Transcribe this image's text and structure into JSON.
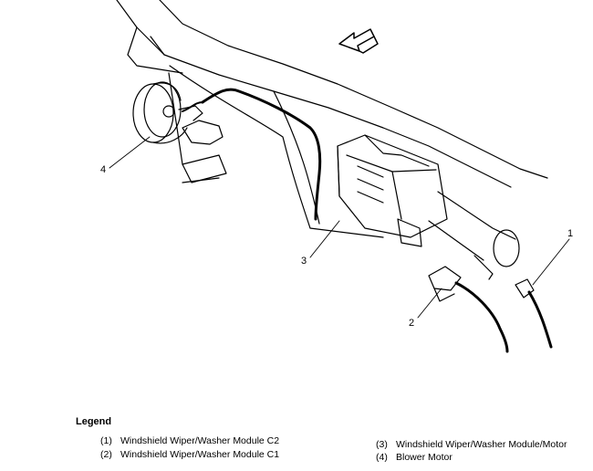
{
  "callouts": {
    "c1": "1",
    "c2": "2",
    "c3": "3",
    "c4": "4"
  },
  "legend": {
    "title": "Legend",
    "items": [
      {
        "num": "(1)",
        "text": "Windshield Wiper/Washer Module C2"
      },
      {
        "num": "(2)",
        "text": "Windshield Wiper/Washer Module C1"
      },
      {
        "num": "(3)",
        "text": "Windshield Wiper/Washer Module/Motor"
      },
      {
        "num": "(4)",
        "text": "Blower Motor"
      }
    ]
  },
  "colors": {
    "ink": "#000000",
    "background": "#ffffff"
  }
}
